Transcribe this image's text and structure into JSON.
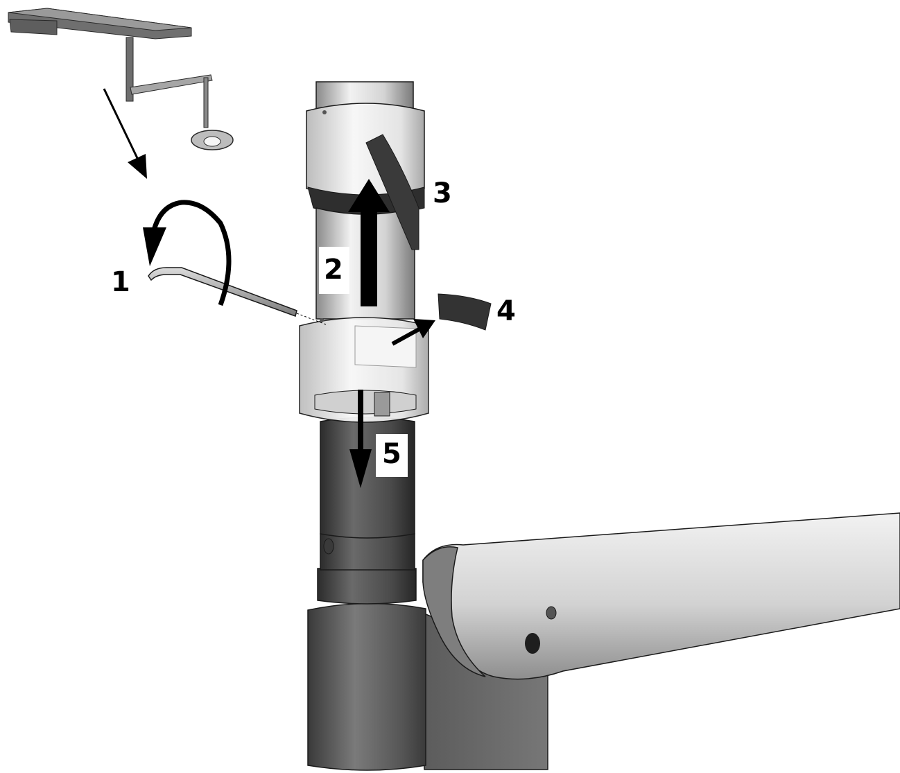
{
  "steps": [
    {
      "number": "1",
      "action": "rotate-hex-key"
    },
    {
      "number": "2",
      "action": "slide-cover-up"
    },
    {
      "number": "3",
      "action": "release-strap"
    },
    {
      "number": "4",
      "action": "remove-insert"
    },
    {
      "number": "5",
      "action": "pull-down"
    }
  ],
  "colors": {
    "arrow": "#000000",
    "dark_metal": "#4a4a4a",
    "light_metal": "#e6e6e6",
    "arm": "#cfcfcf"
  }
}
